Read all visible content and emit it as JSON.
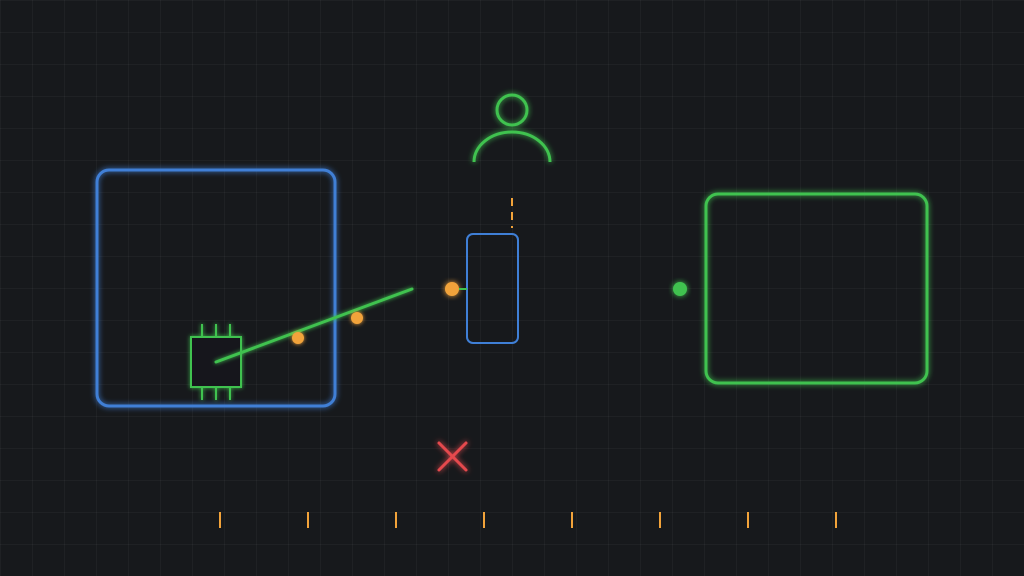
{
  "colors": {
    "background": "#17191c",
    "blue": "#3f7fd6",
    "green": "#3fc24f",
    "orange": "#f2a33a",
    "red": "#e5484d"
  },
  "diagram": {
    "source_panel": {
      "icon": "document-panel-icon",
      "line_colors": [
        "green",
        "blue",
        "green",
        "blue",
        "green"
      ],
      "line_lengths": [
        0.63,
        0.8,
        0.5,
        0.72,
        0.42
      ]
    },
    "target_panel": {
      "icon": "document-panel-icon",
      "line_colors": [
        "green",
        "blue",
        "green",
        "blue"
      ],
      "line_lengths": [
        0.69,
        0.49,
        0.79,
        0.39
      ]
    },
    "chip": {
      "icon": "chip-icon"
    },
    "user": {
      "icon": "user-icon"
    },
    "gate": {
      "icon": "switch-block-icon"
    },
    "rejected": {
      "icon": "x-mark-icon"
    },
    "timeline": {
      "tick_count": 8
    }
  }
}
